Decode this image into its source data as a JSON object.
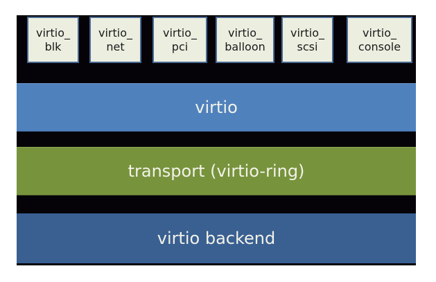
{
  "diagram": {
    "drivers": [
      {
        "line1": "virtio_",
        "line2": "blk"
      },
      {
        "line1": "virtio_",
        "line2": "net"
      },
      {
        "line1": "virtio_",
        "line2": "pci"
      },
      {
        "line1": "virtio_",
        "line2": "balloon"
      },
      {
        "line1": "virtio_",
        "line2": "scsi"
      },
      {
        "line1": "virtio_",
        "line2": "console"
      }
    ],
    "layers": {
      "virtio": "virtio",
      "transport": "transport (virtio-ring)",
      "backend": "virtio backend"
    },
    "colors": {
      "frame": "#050308",
      "driver_box": "#eceee0",
      "driver_border": "#4a6a94",
      "virtio_layer": "#4f81bd",
      "transport_layer": "#77933c",
      "backend_layer": "#3a6092"
    }
  }
}
